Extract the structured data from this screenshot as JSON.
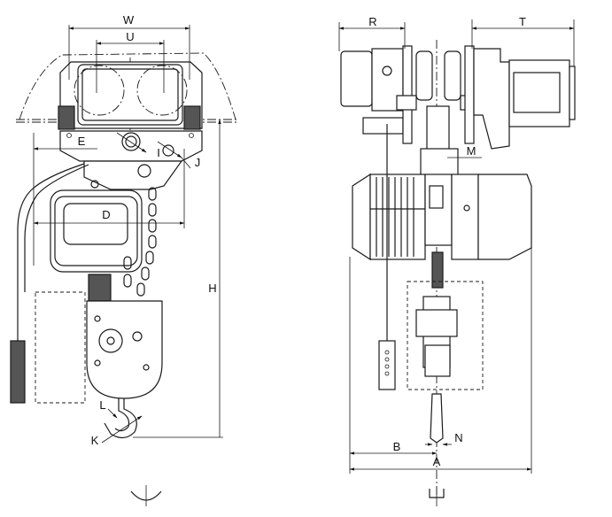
{
  "diagram": {
    "front_view_labels": {
      "W": "W",
      "U": "U",
      "E": "E",
      "I": "I",
      "J": "J",
      "D": "D",
      "H": "H",
      "L": "L",
      "K": "K"
    },
    "side_view_labels": {
      "R": "R",
      "T": "T",
      "M": "M",
      "B": "B",
      "N": "N",
      "A": "A"
    }
  }
}
